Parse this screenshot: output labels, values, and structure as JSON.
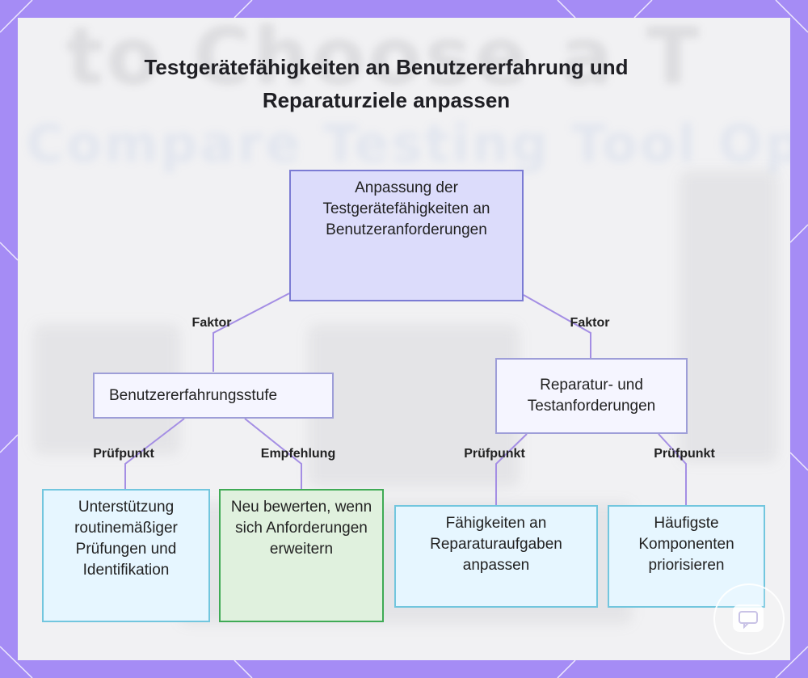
{
  "title": "Testgerätefähigkeiten an Benutzererfahrung und Reparaturziele anpassen",
  "background_text": {
    "line1": "to Choose a T",
    "line2": "Compare Testing Tool Option"
  },
  "colors": {
    "frame": "#a58cf5",
    "root_fill": "#dcdcfb",
    "connector": "#a48ee4",
    "leaf_cyan": "#72c6de",
    "leaf_green": "#3faa55"
  },
  "nodes": {
    "root": "Anpassung der Testgerätefähigkeiten an Benutzeranforderungen",
    "left": "Benutzererfahrungsstufe",
    "right": "Reparatur- und Testanforderungen",
    "leaf1": "Unterstützung routinemäßiger Prüfungen und Identifikation",
    "leaf2": "Neu bewerten, wenn sich Anforderungen erweitern",
    "leaf3": "Fähigkeiten an Reparaturaufgaben anpassen",
    "leaf4": "Häufigste Komponenten priorisieren"
  },
  "edge_labels": {
    "root_left": "Faktor",
    "root_right": "Faktor",
    "left_leaf1": "Prüfpunkt",
    "left_leaf2": "Empfehlung",
    "right_leaf3": "Prüfpunkt",
    "right_leaf4": "Prüfpunkt"
  },
  "badge_icon": "chat-bubble-icon"
}
